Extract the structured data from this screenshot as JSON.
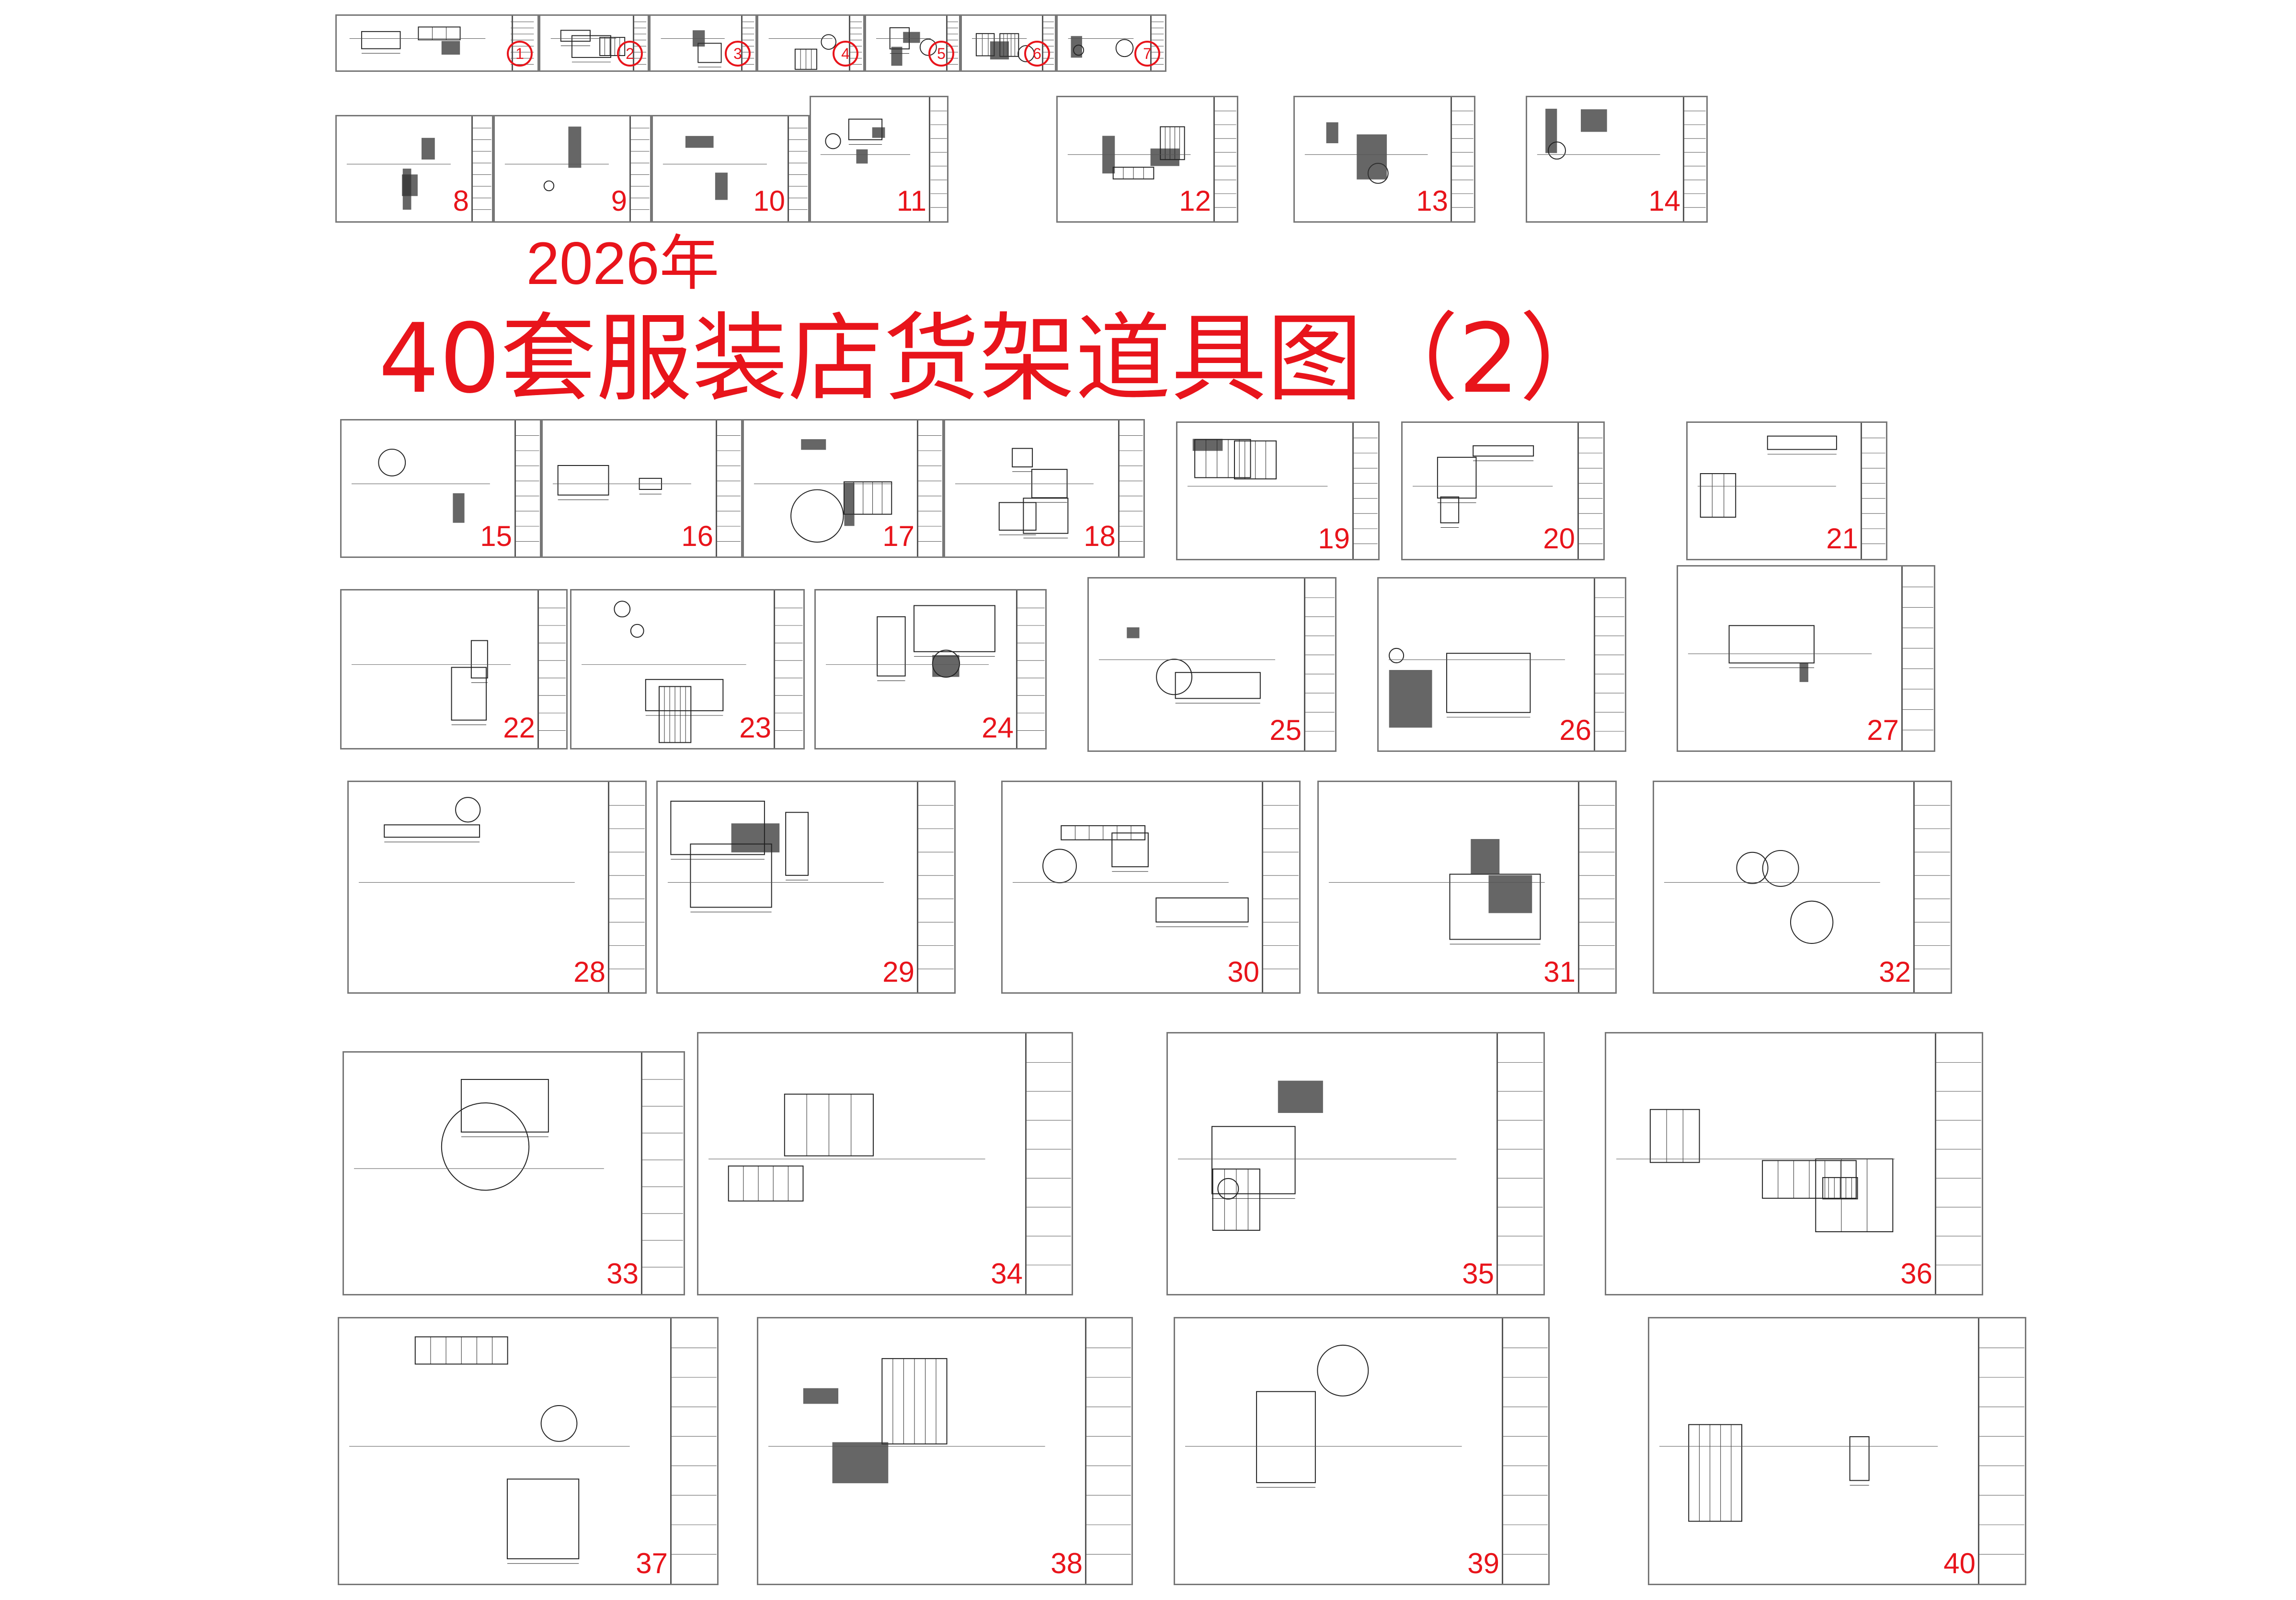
{
  "heading": {
    "year": "2026年",
    "title": "40套服装店货架道具图（2）"
  },
  "colors": {
    "accent": "#e8141b",
    "line": "#222222",
    "frame": "#777777"
  },
  "sheets": [
    {
      "num": "1",
      "style": "ring"
    },
    {
      "num": "2",
      "style": "ring"
    },
    {
      "num": "3",
      "style": "ring"
    },
    {
      "num": "4",
      "style": "ring"
    },
    {
      "num": "5",
      "style": "ring"
    },
    {
      "num": "6",
      "style": "ring"
    },
    {
      "num": "7",
      "style": "ring"
    },
    {
      "num": "8",
      "style": "plain"
    },
    {
      "num": "9",
      "style": "plain"
    },
    {
      "num": "10",
      "style": "plain"
    },
    {
      "num": "11",
      "style": "plain"
    },
    {
      "num": "12",
      "style": "plain"
    },
    {
      "num": "13",
      "style": "plain"
    },
    {
      "num": "14",
      "style": "plain"
    },
    {
      "num": "15",
      "style": "plain"
    },
    {
      "num": "16",
      "style": "plain"
    },
    {
      "num": "17",
      "style": "plain"
    },
    {
      "num": "18",
      "style": "plain"
    },
    {
      "num": "19",
      "style": "plain"
    },
    {
      "num": "20",
      "style": "plain"
    },
    {
      "num": "21",
      "style": "plain"
    },
    {
      "num": "22",
      "style": "plain"
    },
    {
      "num": "23",
      "style": "plain"
    },
    {
      "num": "24",
      "style": "plain"
    },
    {
      "num": "25",
      "style": "plain"
    },
    {
      "num": "26",
      "style": "plain"
    },
    {
      "num": "27",
      "style": "plain"
    },
    {
      "num": "28",
      "style": "plain"
    },
    {
      "num": "29",
      "style": "plain"
    },
    {
      "num": "30",
      "style": "plain"
    },
    {
      "num": "31",
      "style": "plain"
    },
    {
      "num": "32",
      "style": "plain"
    },
    {
      "num": "33",
      "style": "plain"
    },
    {
      "num": "34",
      "style": "plain"
    },
    {
      "num": "35",
      "style": "plain"
    },
    {
      "num": "36",
      "style": "plain"
    },
    {
      "num": "37",
      "style": "plain"
    },
    {
      "num": "38",
      "style": "plain"
    },
    {
      "num": "39",
      "style": "plain"
    },
    {
      "num": "40",
      "style": "plain"
    }
  ]
}
